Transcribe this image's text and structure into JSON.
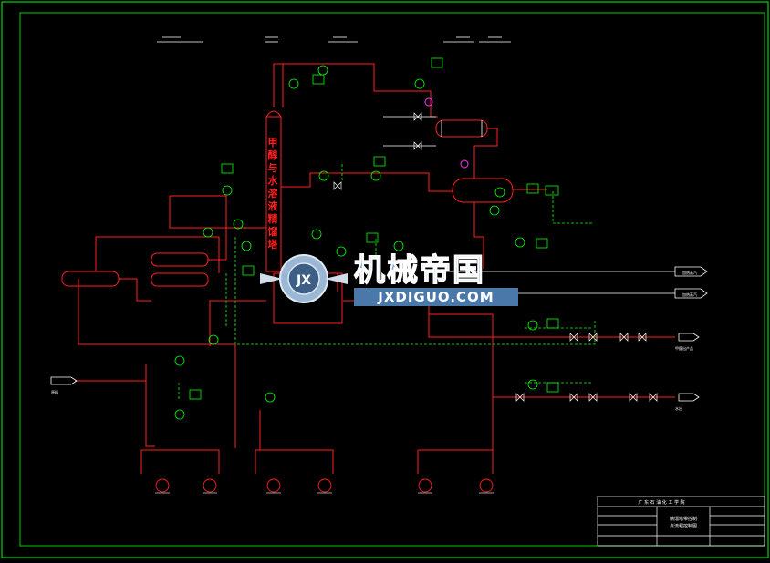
{
  "column_title": "甲醇与水溶液精馏塔",
  "watermark": {
    "name": "机械帝国",
    "url": "JXDIGUO.COM"
  },
  "outputs": {
    "steam_out_1": "加热蒸汽",
    "steam_out_2": "加热蒸汽",
    "methanol_product": "甲醇出产品",
    "water_out": "水出"
  },
  "inputs": {
    "feed_in": "原料"
  },
  "title_block": {
    "school": "广 东 石 油 化 工 学 院",
    "drawing_title_line1": "精馏塔带控制",
    "drawing_title_line2": "点流程控制图"
  },
  "colors": {
    "background": "#000000",
    "process_line": "#ff2020",
    "instrument": "#00ff00",
    "title_text": "#ff2020",
    "frame": "#00ff00",
    "equipment_outline": "#ffffff",
    "accent_valve": "#ff33ff"
  }
}
